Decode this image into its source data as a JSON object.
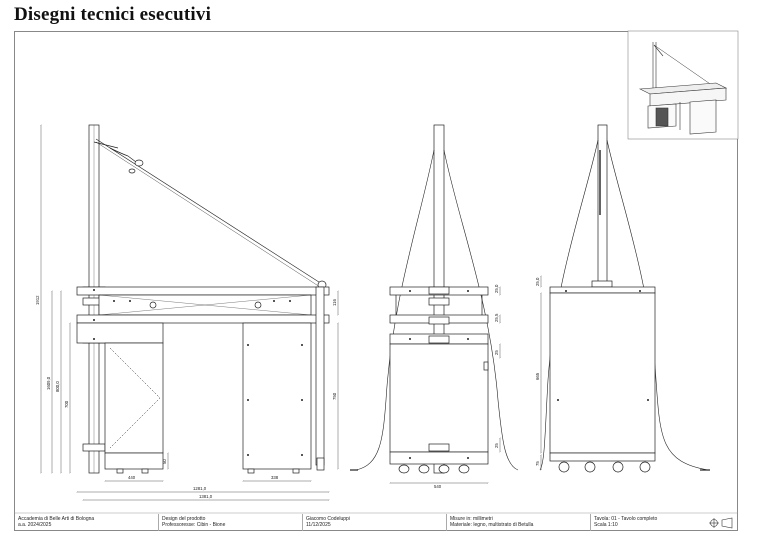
{
  "title": "Disegni tecnici esecutivi",
  "sheet_number": "01",
  "dimensions": {
    "front": {
      "total_height": "1912",
      "h_1609": "1609,0",
      "h_800": "800,0",
      "h_700": "700",
      "w_440": "440",
      "w_1281": "1281,0",
      "w_1381": "1381,0",
      "w_338": "338",
      "h_116": "116",
      "h_750": "750",
      "h_50": "50"
    },
    "side": {
      "h_25_top": "25,0",
      "h_25_mid": "25,5",
      "h_25_a": "25",
      "h_25_b": "25",
      "w_540": "540"
    },
    "back": {
      "h_25": "25,0",
      "h_665": "665",
      "h_75": "75"
    }
  },
  "title_block": {
    "institution_line1": "Accademia di Belle Arti di Bologna",
    "institution_line2": "a.a. 2024/2025",
    "course_line1": "Design del prodotto",
    "course_line2": "Professoresse: Cibin - Bione",
    "author_line1": "Giacomo Codeluppi",
    "author_line2": "11/12/2025",
    "measures_line1": "Misure in: millimetri",
    "measures_line2": "Materiale: legno, multistrato di Betulla",
    "sheet_line1": "Tavola: 01 - Tavolo completo",
    "sheet_line2": "Scala 1:10"
  }
}
